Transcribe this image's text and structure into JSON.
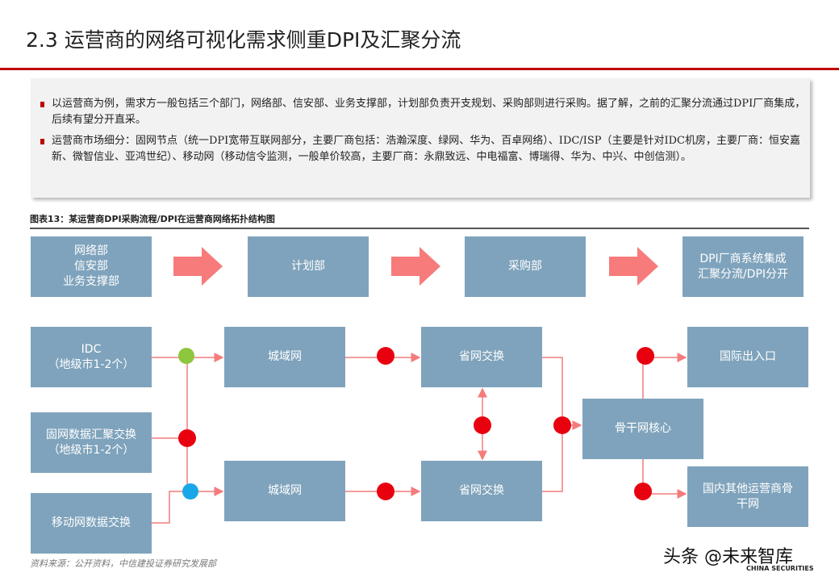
{
  "title": "2.3 运营商的网络可视化需求侧重DPI及汇聚分流",
  "summary": [
    "以运营商为例，需求方一般包括三个部门，网络部、信安部、业务支撑部，计划部负责开支规划、采购部则进行采购。据了解，之前的汇聚分流通过DPI厂商集成，后续有望分开直采。",
    "运营商市场细分：固网节点（统一DPI宽带互联网部分，主要厂商包括：浩瀚深度、绿网、华为、百卓网络）、IDC/ISP（主要是针对IDC机房，主要厂商：恒安嘉新、微智信业、亚鸿世纪）、移动网（移动信令监测，一般单价较高，主要厂商：永鼎致远、中电福富、博瑞得、华为、中兴、中创信测）。"
  ],
  "figure_title": "图表13：某运营商DPI采购流程/DPI在运营商网络拓扑结构图",
  "flow": [
    "网络部\n信安部\n业务支撑部",
    "计划部",
    "采购部",
    "DPI厂商系统集成\n汇聚分流/DPI分开"
  ],
  "network": {
    "idc": "IDC\n（地级市1-2个）",
    "fixed": "固网数据汇聚交换\n（地级市1-2个）",
    "mobile": "移动网数据交换",
    "metro1": "城域网",
    "metro2": "城域网",
    "prov1": "省网交换",
    "prov2": "省网交换",
    "backbone": "骨干网核心",
    "intl": "国际出入口",
    "domestic": "国内其他运营商骨\n干网"
  },
  "colors": {
    "box": "#7fa3bc",
    "arrow": "#f47c7c",
    "dot": "#e8000f",
    "dot_green": "#8dc63f",
    "dot_blue": "#1aa7e8",
    "accent": "#c00000"
  },
  "source": "资料来源：公开资料，中信建投证券研究发展部",
  "watermark": "头条 @未来智库",
  "brand": "CHINA SECURITIES"
}
